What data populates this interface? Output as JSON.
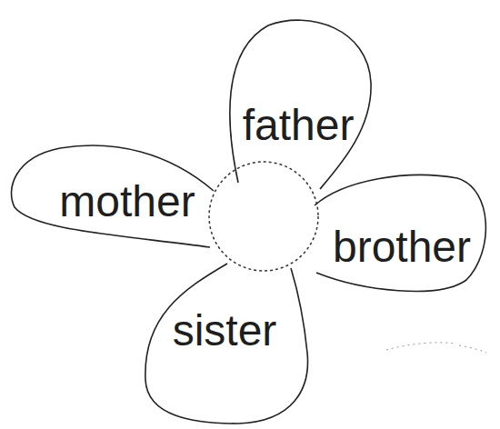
{
  "diagram": {
    "nodes": [
      {
        "text": [
          "father"
        ]
      },
      {
        "text": [
          "mother"
        ]
      },
      {
        "text": [
          "brother"
        ]
      },
      {
        "text": [
          "sister"
        ]
      }
    ]
  }
}
